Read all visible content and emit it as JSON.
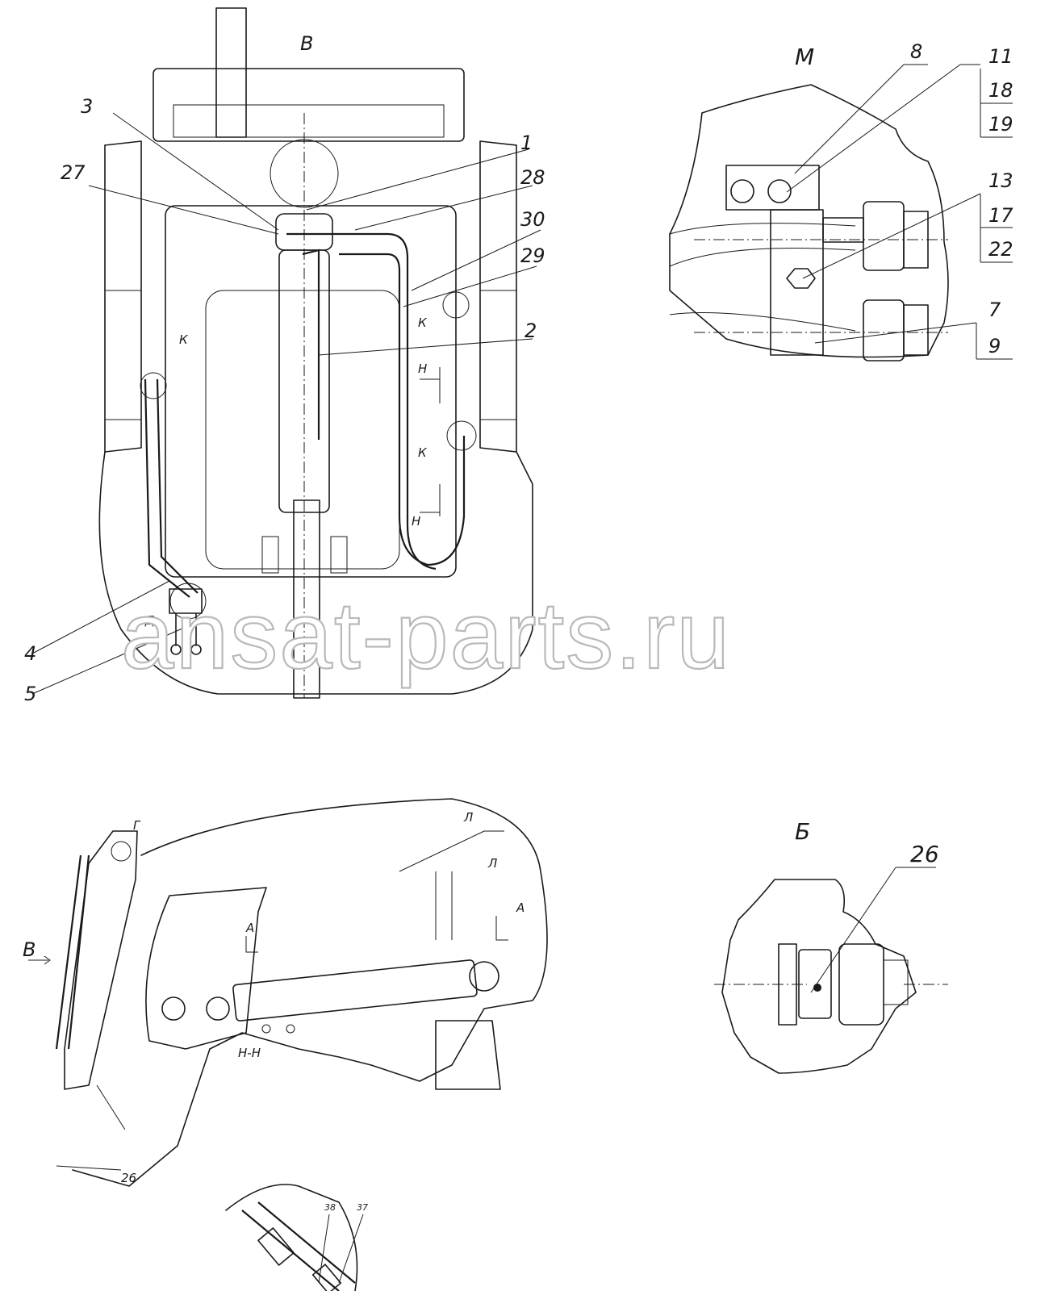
{
  "watermark": "ansat-parts.ru",
  "top_view": {
    "view_label": "В",
    "callouts": [
      "1",
      "2",
      "3",
      "4",
      "5",
      "27",
      "28",
      "29",
      "30"
    ],
    "section_marks": [
      "К",
      "К",
      "К",
      "Н",
      "Н",
      "Д"
    ]
  },
  "detail_m": {
    "view_label": "М",
    "callouts": [
      "8",
      "11",
      "13",
      "7"
    ],
    "table": [
      "18",
      "19",
      "17",
      "22",
      "9"
    ]
  },
  "side_view": {
    "view_label": "В",
    "marks": [
      "Г",
      "А",
      "А",
      "Л",
      "Л",
      "Н-Н"
    ],
    "callouts": [
      "26"
    ],
    "section_callouts": [
      "38",
      "37"
    ]
  },
  "detail_b": {
    "view_label": "Б",
    "callout": "26"
  }
}
